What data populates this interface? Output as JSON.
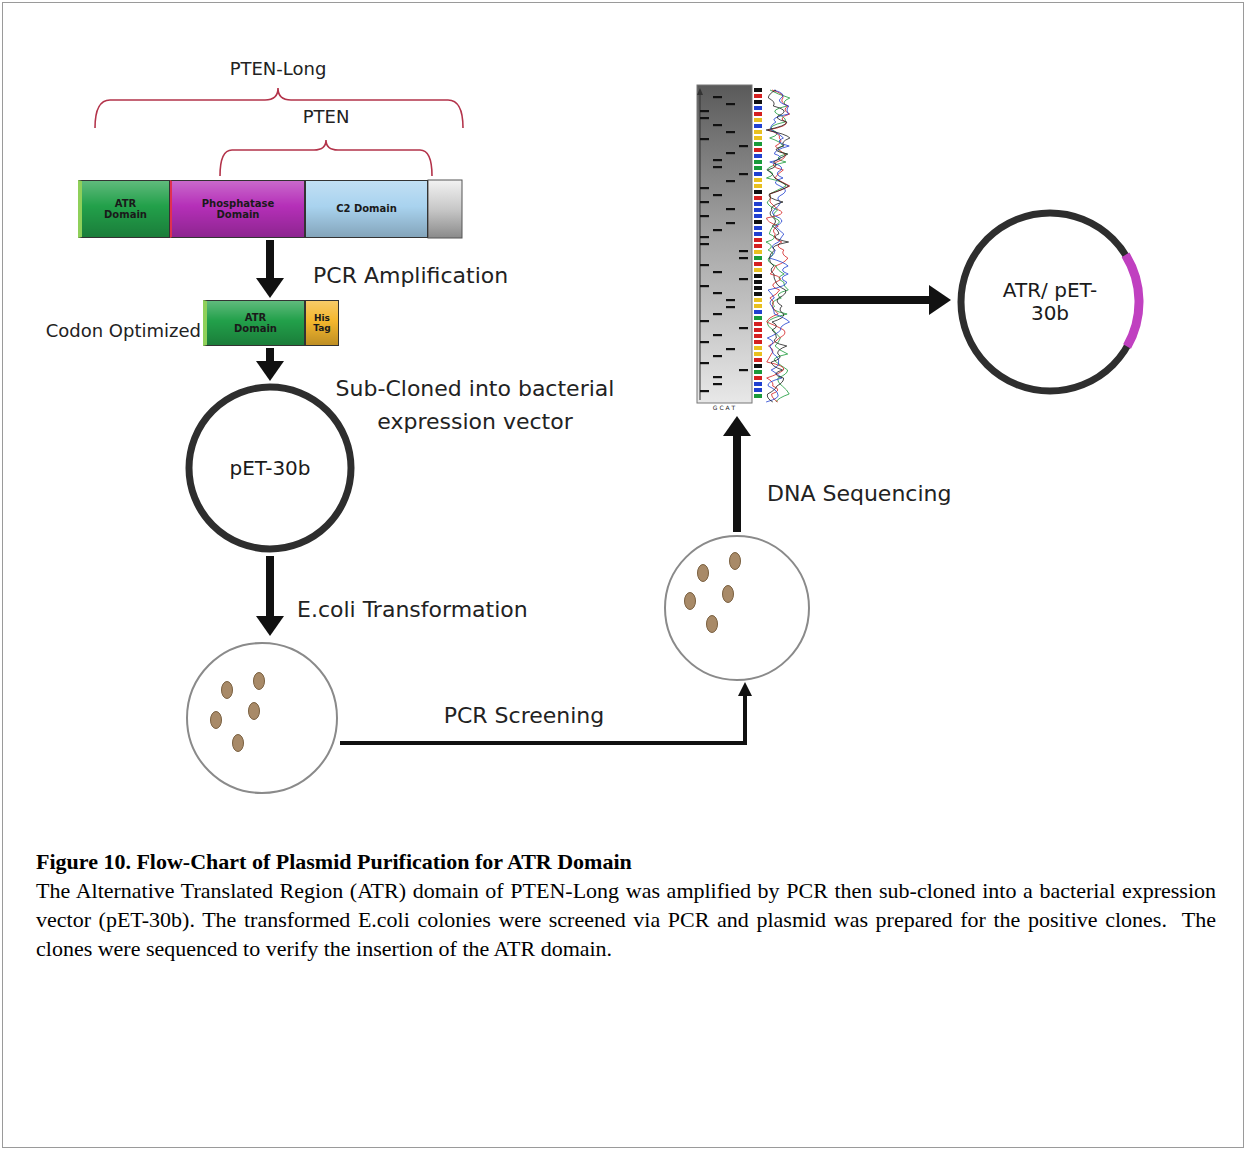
{
  "diagram": {
    "title": "Figure 10. Flow-Chart of Plasmid Purification for ATR Domain",
    "caption": "The Alternative Translated Region (ATR) domain of PTEN-Long was amplified by PCR then sub-cloned into a bacterial expression vector (pET-30b). The transformed E.coli colonies were screened via PCR and plasmid was prepared for the positive clones.  The clones were sequenced to verify the insertion of the ATR domain.",
    "nodes": [
      {
        "text": [
          "ATR Domain"
        ]
      },
      {
        "text": [
          "Phosphatase Domain"
        ]
      },
      {
        "text": [
          "C2 Domain"
        ]
      },
      {
        "text": [
          "ATR Domain"
        ]
      },
      {
        "text": [
          "His Tag"
        ]
      },
      {
        "text": [
          "pET-30b"
        ]
      },
      {
        "text": [
          "ATR/ pET-30b"
        ]
      }
    ],
    "edges": [
      {
        "from": 1,
        "to": 3,
        "arrow": "to",
        "label": "PCR Amplification"
      },
      {
        "from": 3,
        "to": 5,
        "arrow": "to",
        "label": "Sub-Cloned into bacterial expression vector"
      }
    ],
    "labels": [
      "PTEN-Long",
      "PTEN",
      "Codon Optimized",
      "E.coli Transformation",
      "PCR Screening",
      "DNA Sequencing",
      "G C A T"
    ]
  }
}
